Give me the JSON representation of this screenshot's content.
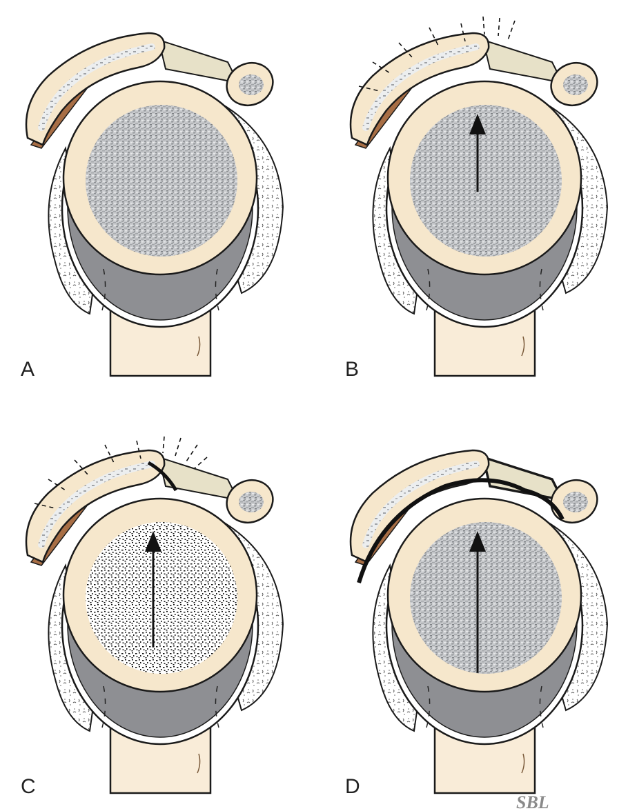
{
  "panels": [
    {
      "label": "A",
      "arrow_length": 0,
      "impact_lines": "none",
      "ligament": "normal",
      "head_texture": "gray"
    },
    {
      "label": "B",
      "arrow_length": 0.45,
      "impact_lines": "acromion",
      "ligament": "normal",
      "head_texture": "gray"
    },
    {
      "label": "C",
      "arrow_length": 0.75,
      "impact_lines": "acromion-and-ligament",
      "ligament": "hooked",
      "head_texture": "stippled"
    },
    {
      "label": "D",
      "arrow_length": 0.95,
      "impact_lines": "none",
      "ligament": "thickened",
      "head_texture": "gray"
    }
  ],
  "signature": "SBL",
  "colors": {
    "bone": "#f6e7cc",
    "shaft": "#f9ecd8",
    "cartilage": "#8e8f93",
    "bursa": "#ffffff",
    "muscle": "#a86e45",
    "ligament": "#e7e1c8",
    "outline": "#1a1a1a"
  }
}
